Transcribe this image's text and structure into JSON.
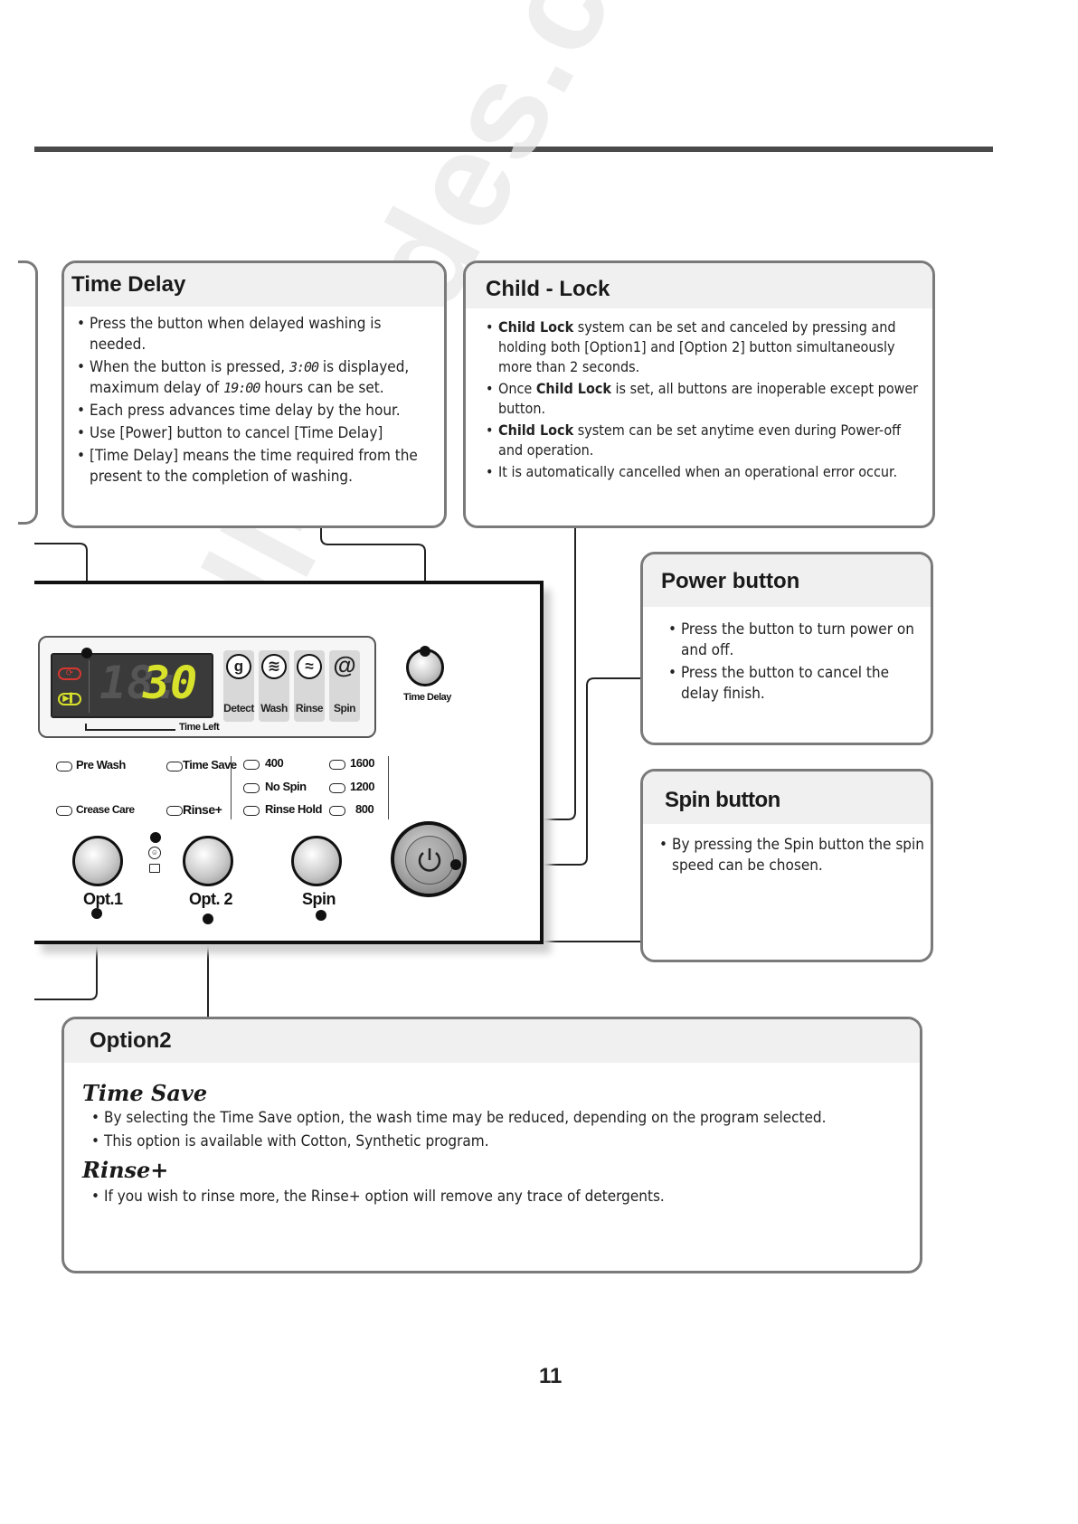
{
  "time_delay": {
    "title": "Time Delay",
    "b1": "Press the button when delayed washing is needed.",
    "b2_pre": "When the button is pressed,",
    "b2_disp1": "3:00",
    "b2_mid": "is displayed, maximum delay of",
    "b2_disp2": "19:00",
    "b2_post": "hours can be set.",
    "b3": "Each press advances time delay by the hour.",
    "b4": "Use [Power] button to cancel [Time Delay]",
    "b5": "[Time Delay] means the time required from the present to the completion of washing."
  },
  "child_lock": {
    "title": "Child - Lock",
    "term": "Child Lock",
    "b1_post": "system can be set and canceled by pressing and holding both [Option1] and [Option 2] button simultaneously more than 2 seconds.",
    "b2_pre": "Once",
    "b2_post": "is set, all buttons are inoperable except power button.",
    "b3_post": "system can be set anytime even during Power-off and operation.",
    "b4": "It is automatically cancelled when an operational error occur."
  },
  "power_button": {
    "title": "Power  button",
    "b1": "Press the button to turn power on and off.",
    "b2": "Press the button to cancel the delay finish."
  },
  "spin_button": {
    "title": "Spin button",
    "b1": "By pressing the Spin button the spin speed can be chosen."
  },
  "option2": {
    "title": "Option2",
    "time_save_head": "Time Save",
    "ts_b1": "By selecting the Time Save option, the wash time may be reduced, depending on the program selected.",
    "ts_b2": "This option is available with Cotton, Synthetic program.",
    "rinse_head": "Rinse+",
    "r_b1": "If you wish to rinse more, the Rinse+ option will remove any trace of detergents."
  },
  "panel": {
    "display_dim": "18:",
    "display_lit": "30",
    "time_left": "Time Left",
    "programs": [
      "Detect",
      "Wash",
      "Rinse",
      "Spin"
    ],
    "time_delay_label": "Time Delay",
    "opt_left": [
      "Pre Wash",
      "Crease Care"
    ],
    "opt_mid": [
      "Time Save",
      "Rinse+"
    ],
    "speeds_a": [
      "400",
      "No Spin",
      "Rinse Hold"
    ],
    "speeds_b": [
      "1600",
      "1200",
      "800"
    ],
    "knob_labels": [
      "Opt.1",
      "Opt. 2",
      "Spin"
    ]
  },
  "watermark": "all-guides.com",
  "page_number": "11"
}
